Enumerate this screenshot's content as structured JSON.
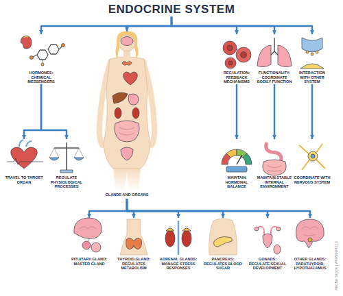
{
  "diagram": {
    "nodes": [
      {
        "text": [
          "ENDOCRINE SYSTEM"
        ]
      },
      {
        "text": [
          "HORMONES: CHEMICAL MESSENGERS"
        ]
      },
      {
        "text": [
          "GLANDS AND ORGANS"
        ]
      },
      {
        "text": [
          "REGULATION: FEEDBACK MECHANISMS"
        ]
      },
      {
        "text": [
          "FUNCTIONALITY: COORDINATE BODILY FUNCTION"
        ]
      },
      {
        "text": [
          "INTERACTION WITH OTHER SYSTEM"
        ]
      },
      {
        "text": [
          "TRAVEL TO TARGET ORGAN"
        ]
      },
      {
        "text": [
          "REGULATE PHYSIOLOGICAL PROCESSES"
        ]
      },
      {
        "text": [
          "MAINTAIN HORMONAL BALANCE"
        ]
      },
      {
        "text": [
          "MAINTAIN STABLE INTERNAL ENVIRONMENT"
        ]
      },
      {
        "text": [
          "COORDINATE WITH NERVOUS SYSTEM"
        ]
      },
      {
        "text": [
          "PITUITARY GLAND: MASTER GLAND"
        ]
      },
      {
        "text": [
          "THYROID GLAND: REGULATES METABOLISM"
        ]
      },
      {
        "text": [
          "ADRENAL GLANDS: MANAGE STRESS RESPONSES"
        ]
      },
      {
        "text": [
          "PANCREAS: REGULATES BLOOD SUGAR"
        ]
      },
      {
        "text": [
          "GONADS: REGULATE SEXUAL DEVELOPMENT"
        ]
      },
      {
        "text": [
          "OTHER GLANDS: PARATHYROID, HYPOTHALAMUS"
        ]
      }
    ],
    "edges": [
      {
        "from": 0,
        "to": 1,
        "arrow": "to"
      },
      {
        "from": 0,
        "to": 2,
        "arrow": "to"
      },
      {
        "from": 0,
        "to": 3,
        "arrow": "to"
      },
      {
        "from": 0,
        "to": 4,
        "arrow": "to"
      },
      {
        "from": 0,
        "to": 5,
        "arrow": "to"
      },
      {
        "from": 1,
        "to": 6,
        "arrow": "to"
      },
      {
        "from": 1,
        "to": 7,
        "arrow": "to"
      },
      {
        "from": 3,
        "to": 8,
        "arrow": "to"
      },
      {
        "from": 4,
        "to": 9,
        "arrow": "to"
      },
      {
        "from": 5,
        "to": 10,
        "arrow": "to"
      },
      {
        "from": 2,
        "to": 11,
        "arrow": "to"
      },
      {
        "from": 2,
        "to": 12,
        "arrow": "to"
      },
      {
        "from": 2,
        "to": 13,
        "arrow": "to"
      },
      {
        "from": 2,
        "to": 14,
        "arrow": "to"
      },
      {
        "from": 2,
        "to": 15,
        "arrow": "to"
      },
      {
        "from": 2,
        "to": 16,
        "arrow": "to"
      }
    ],
    "labels": [
      "Adobe Stock | #895994113"
    ]
  }
}
